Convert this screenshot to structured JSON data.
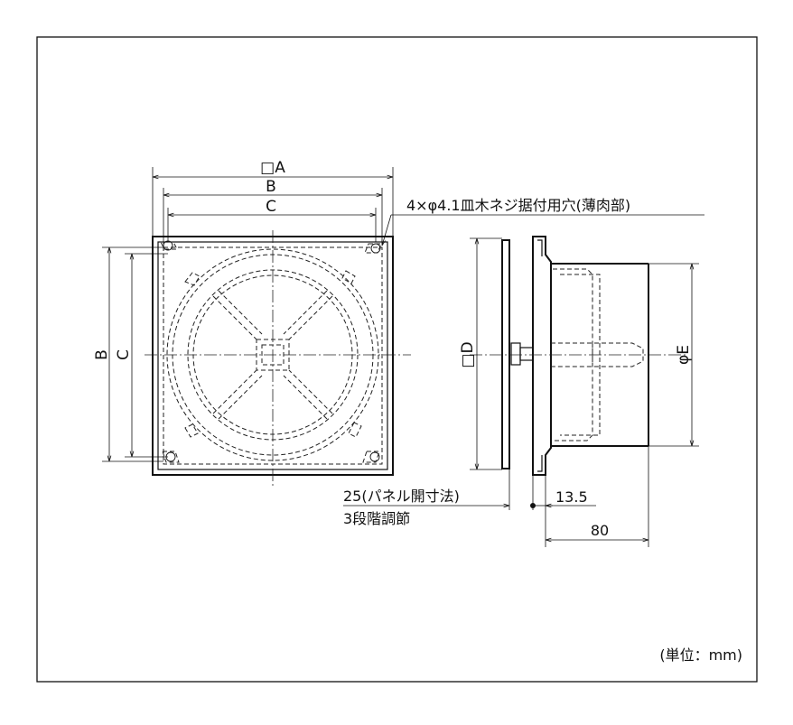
{
  "labels": {
    "dim_a": "□A",
    "dim_b_top": "B",
    "dim_c_top": "C",
    "dim_b_side": "B",
    "dim_c_side": "C",
    "dim_d": "□D",
    "dim_e": "φE",
    "screw_note": "4×φ4.1皿木ネジ据付用穴(薄肉部)",
    "panel_opening": "25(パネル開寸法)",
    "adjust_note": "3段階調節",
    "dim_13_5": "13.5",
    "dim_80": "80",
    "unit_note": "(単位：mm)"
  }
}
